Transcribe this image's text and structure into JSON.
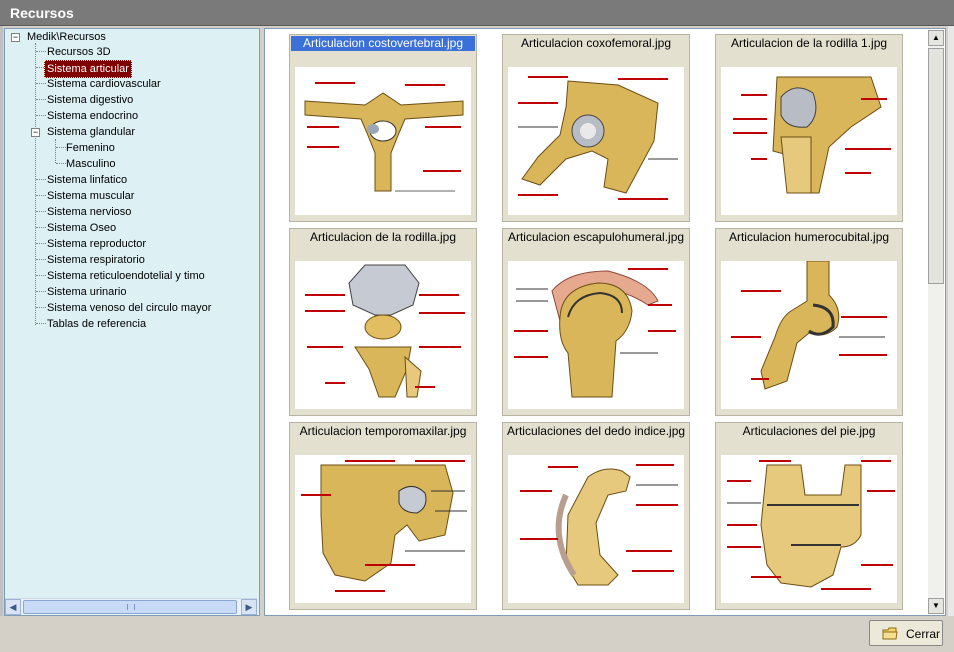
{
  "window": {
    "title": "Recursos"
  },
  "tree": {
    "root": "Medik\\Recursos",
    "items": [
      {
        "label": "Recursos 3D"
      },
      {
        "label": "Sistema articular"
      },
      {
        "label": "Sistema cardiovascular"
      },
      {
        "label": "Sistema digestivo"
      },
      {
        "label": "Sistema endocrino"
      },
      {
        "label": "Sistema glandular"
      },
      {
        "label": "Femenino"
      },
      {
        "label": "Masculino"
      },
      {
        "label": "Sistema linfatico"
      },
      {
        "label": "Sistema muscular"
      },
      {
        "label": "Sistema nervioso"
      },
      {
        "label": "Sistema Oseo"
      },
      {
        "label": "Sistema reproductor"
      },
      {
        "label": "Sistema respiratorio"
      },
      {
        "label": "Sistema reticuloendotelial y timo"
      },
      {
        "label": "Sistema urinario"
      },
      {
        "label": "Sistema venoso del circulo mayor"
      },
      {
        "label": "Tablas de referencia"
      }
    ]
  },
  "gallery": {
    "images": [
      {
        "caption": "Articulacion costovertebral.jpg"
      },
      {
        "caption": "Articulacion coxofemoral.jpg"
      },
      {
        "caption": "Articulacion de la rodilla 1.jpg"
      },
      {
        "caption": "Articulacion de la rodilla.jpg"
      },
      {
        "caption": "Articulacion escapulohumeral.jpg"
      },
      {
        "caption": "Articulacion humerocubital.jpg"
      },
      {
        "caption": "Articulacion temporomaxilar.jpg"
      },
      {
        "caption": "Articulaciones del dedo indice.jpg"
      },
      {
        "caption": "Articulaciones del pie.jpg"
      }
    ]
  },
  "footer": {
    "close_label": "Cerrar"
  },
  "icons": {
    "close": "folder-icon",
    "expand": "minus-icon"
  },
  "colors": {
    "tree_bg": "#ddf0f4",
    "selection": "#800000",
    "caption_selected": "#3a70d8",
    "bone": "#d9b65a",
    "label_red": "#c00000"
  }
}
